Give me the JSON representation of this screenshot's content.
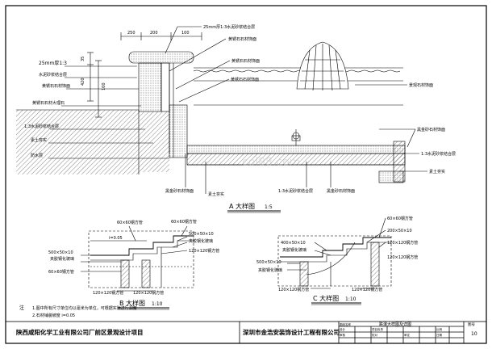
{
  "detail_a": {
    "title": "A 大样图",
    "scale": "1:5",
    "dims": [
      "250",
      "200",
      "100",
      "35",
      "420",
      "100"
    ],
    "left_labels": [
      "25mm厚1:3",
      "水泥砂浆结合层",
      "黄锈石石材饰面",
      "黄锈石石材大理石",
      "1:3水泥砂浆结合层",
      "素土夯实",
      "防水层"
    ],
    "top_labels": [
      "25mm厚1:3水泥砂浆结合层",
      "黄锈石石材饰面",
      "黄锈石石材饰面",
      "黄锈石石材饰面"
    ],
    "right_labels": [
      "景观石材饰面",
      "黑金砂石材饰面",
      "1:3水泥砂浆结合层",
      "素土夯实"
    ],
    "bottom_labels": [
      "黑金砂石材饰面",
      "素土夯实",
      "1:3水泥砂浆结合层",
      "黑金砂石材饰面"
    ]
  },
  "detail_b": {
    "title": "B 大样图",
    "scale": "1:10",
    "labels": [
      "60×60钢方管",
      "60×60钢方管",
      "500×50×10",
      "夹胶钢化玻璃",
      "120×120钢方管",
      "500×50×10",
      "夹胶钢化玻璃",
      "60×60钢方管",
      "120×120钢方管",
      "120×120钢方管"
    ],
    "slope": "i=0.05"
  },
  "detail_c": {
    "title": "C 大样图",
    "scale": "1:10",
    "labels": [
      "60×60钢方管",
      "200×50×10",
      "400×50×10",
      "夹胶钢化玻璃",
      "120×120钢方管",
      "500×50×10",
      "夹胶钢化玻璃",
      "120×120钢方管",
      "120×120钢方管",
      "120×120钢方管"
    ]
  },
  "notes": {
    "heading": "注",
    "lines": [
      "1.图中所有尺寸单位均以毫米为单位，可根据实际进行调整",
      "2.石材铺装坡度  i=0.05"
    ]
  },
  "title_block": {
    "project": "陕西咸阳化学工业有限公司厂前区景观设计项目",
    "company": "深圳市金浩安装饰设计工程有限公司",
    "drawing_name": "跌瀑大样图及详图",
    "sheet_no_label": "图号",
    "sheet_no": "10",
    "small_cells": [
      "图纸名称",
      "设计",
      "审核",
      "项目负责",
      "校对",
      "审定",
      "比例",
      "日期"
    ]
  },
  "watermark": "coi88.com"
}
